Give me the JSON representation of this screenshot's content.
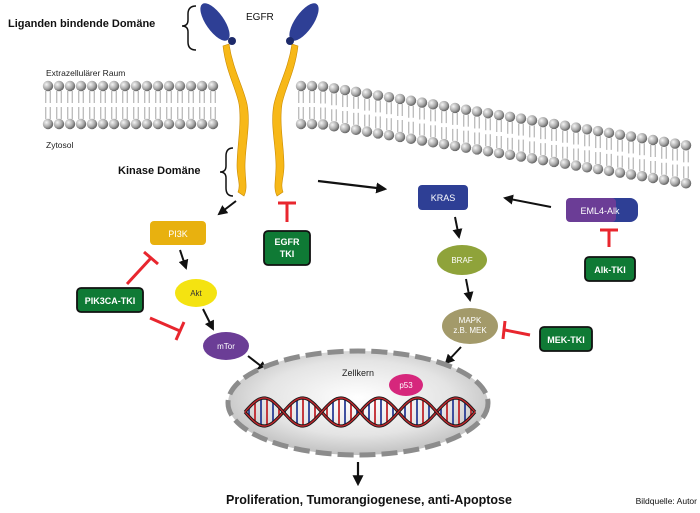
{
  "title_ligand_domain": "Liganden bindende Domäne",
  "receptor_label": "EGFR",
  "extracellular_label": "Extrazellulärer Raum",
  "cytosol_label": "Zytosol",
  "kinase_domain_label": "Kinase Domäne",
  "nucleus_label": "Zellkern",
  "outcome_label": "Proliferation, Tumorangiogenese, anti-Apoptose",
  "source_label": "Bildquelle: Autor",
  "nodes": {
    "pi3k": "PI3K",
    "akt": "Akt",
    "mtor": "mTor",
    "kras": "KRAS",
    "braf": "BRAF",
    "mapk_line1": "MAPK",
    "mapk_line2": "z.B. MEK",
    "eml4_alk": "EML4-Alk",
    "p53": "p53"
  },
  "inhibitors": {
    "egfr_tki_line1": "EGFR",
    "egfr_tki_line2": "TKI",
    "pik3ca_tki": "PIK3CA-TKI",
    "alk_tki": "Alk-TKI",
    "mek_tki": "MEK-TKI"
  },
  "colors": {
    "receptor_head": "#2e3f95",
    "receptor_body": "#f7b818",
    "inhibitor_box": "#0f7a35",
    "inhibition_bar": "#e8262e",
    "pi3k": "#e8b10f",
    "akt": "#f4e311",
    "mtor": "#6b3d96",
    "kras": "#2e3f95",
    "braf": "#8fa33a",
    "mapk": "#a39a6a",
    "eml4": "#6b3d96",
    "alk": "#2e3f95",
    "p53": "#d6277c",
    "dna_red": "#c0262c",
    "dna_blue": "#2b3e96"
  }
}
